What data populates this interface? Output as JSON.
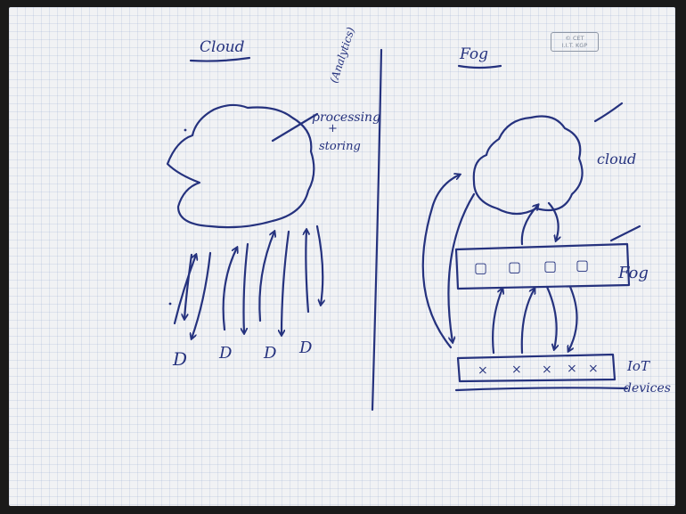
{
  "watermark": {
    "line1": "© CET",
    "line2": "I.I.T. KGP"
  },
  "cloud_side": {
    "title": "Cloud",
    "analytics_label": "(Analytics)",
    "processing_label": "processing",
    "plus_label": "+",
    "storing_label": "storing",
    "device_labels": [
      "D",
      "D",
      "D",
      "D"
    ]
  },
  "fog_side": {
    "title": "Fog",
    "cloud_label": "cloud",
    "fog_label": "Fog",
    "iot_label_line1": "IoT",
    "iot_label_line2": "devices",
    "fog_nodes": [
      "▢",
      "▢",
      "▢",
      "▢"
    ],
    "iot_marks": [
      "×",
      "×",
      "×",
      "×",
      "×"
    ]
  },
  "colors": {
    "ink": "#25327e",
    "paper": "#f1f2f4",
    "background": "#1a1a1a"
  }
}
